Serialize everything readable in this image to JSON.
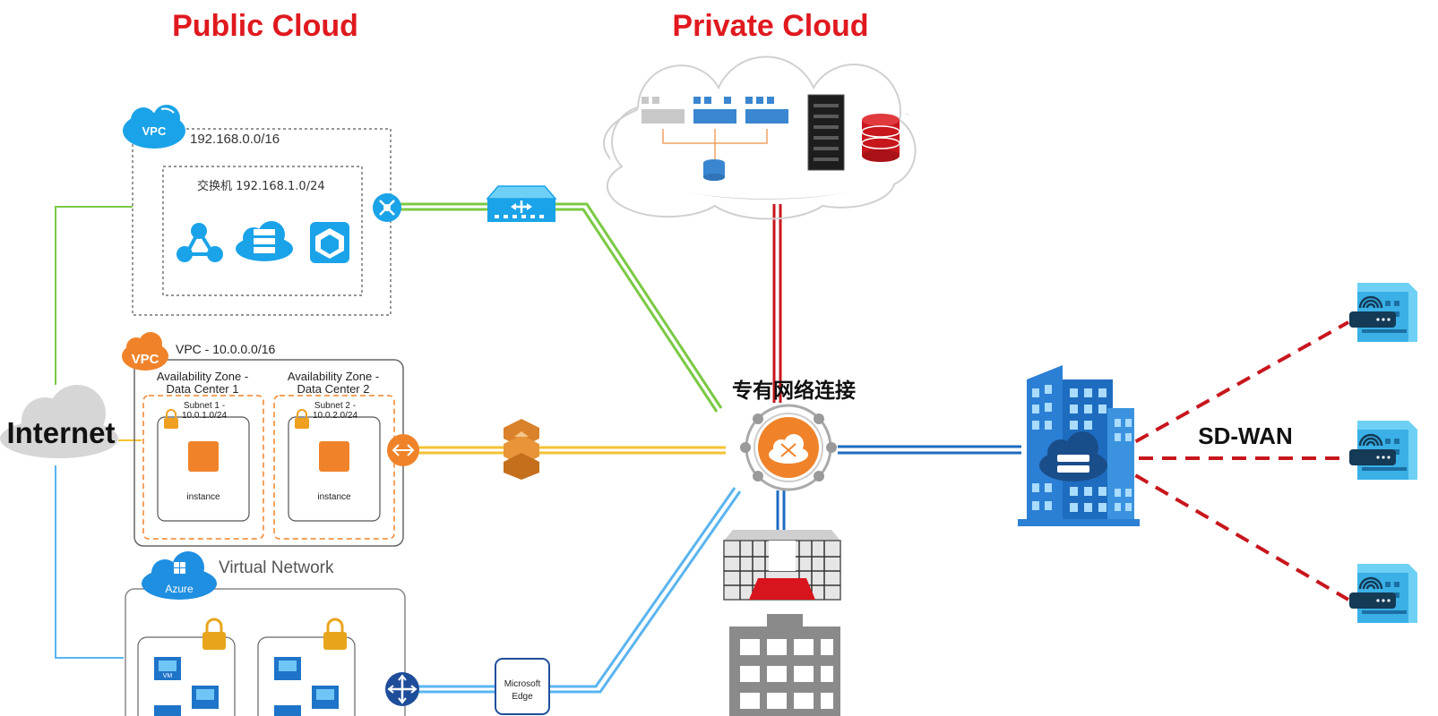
{
  "headers": {
    "public_cloud": "Public Cloud",
    "private_cloud": "Private Cloud"
  },
  "colors": {
    "heading_red": "#e0191f",
    "aliyun_blue": "#1aa3e8",
    "aws_orange": "#f0832a",
    "azure_blue": "#1e8fe1",
    "link_green": "#7ac943",
    "link_yellow": "#f5c232",
    "link_red": "#c8161d",
    "link_blue": "#1e6cc0",
    "link_lightblue": "#5ab4f0",
    "sdwan_red": "#c8161d"
  },
  "aliyun_vpc": {
    "badge": "VPC",
    "cidr": "192.168.0.0/16",
    "switch_label": "交换机 192.168.1.0/24"
  },
  "aws_vpc": {
    "badge": "VPC",
    "cidr": "VPC - 10.0.0.0/16",
    "az1_line1": "Availability Zone -",
    "az1_line2": "Data Center 1",
    "az2_line1": "Availability Zone -",
    "az2_line2": "Data Center 2",
    "subnet1_line1": "Subnet 1 -",
    "subnet1_line2": "10.0.1.0/24",
    "subnet2_line1": "Subnet 2 -",
    "subnet2_line2": "10.0.2.0/24",
    "instance1": "instance",
    "instance2": "instance"
  },
  "azure": {
    "badge": "Azure",
    "title": "Virtual Network",
    "vm": "VM"
  },
  "internet": {
    "label": "Internet"
  },
  "hub": {
    "label": "专有网络连接"
  },
  "edge": {
    "line1": "Microsoft",
    "line2": "Edge"
  },
  "sdwan": {
    "label": "SD-WAN"
  }
}
